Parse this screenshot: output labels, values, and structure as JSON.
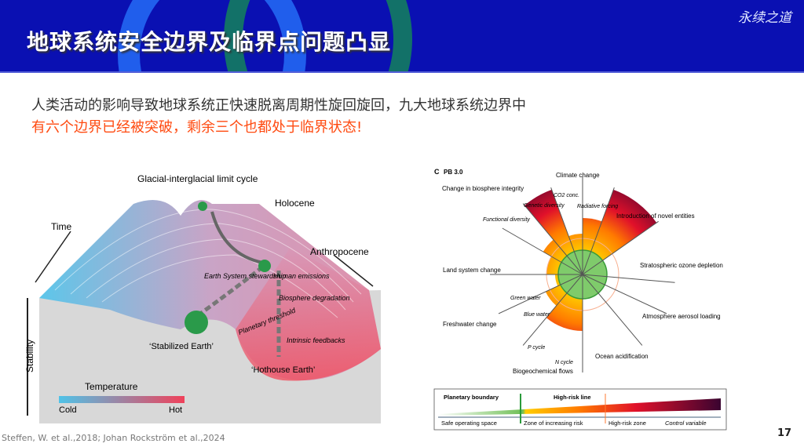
{
  "header": {
    "title": "地球系统安全边界及临界点问题凸显",
    "logo": "永续之道"
  },
  "body": {
    "line1": "人类活动的影响导致地球系统正快速脱离周期性旋回旋回，九大地球系统边界中",
    "line2": "有六个边界已经被突破，剩余三个也都处于临界状态!"
  },
  "left_figure": {
    "labels": {
      "limit_cycle": "Glacial-interglacial limit cycle",
      "holocene": "Holocene",
      "time": "Time",
      "anthropocene": "Anthropocene",
      "stability": "Stability",
      "stewardship": "Earth System stewardship",
      "human": "Human emissions",
      "biosphere": "Biosphere degradation",
      "threshold": "Planetary threshold",
      "stabilized": "‘Stabilized Earth’",
      "intrinsic": "Intrinsic feedbacks",
      "hothouse": "‘Hothouse Earth’",
      "temperature": "Temperature",
      "cold": "Cold",
      "hot": "Hot"
    },
    "colors": {
      "cold": "#4fc3e8",
      "hot": "#f0415a"
    }
  },
  "right_figure": {
    "panel": "C",
    "title": "PB 3.0",
    "labels": {
      "climate": "Climate change",
      "biosphere": "Change in biosphere integrity",
      "co2": "CO2 conc.",
      "genetic": "Genetic diversity",
      "radiative": "Radiative forcing",
      "functional": "Functional diversity",
      "novel": "Introduction of novel entities",
      "land": "Land system change",
      "ozone": "Stratospheric ozone depletion",
      "green": "Green water",
      "blue": "Blue water",
      "freshwater": "Freshwater change",
      "aerosol": "Atmosphere aerosol loading",
      "pcycle": "P cycle",
      "ncycle": "N cycle",
      "ocean": "Ocean acidification",
      "biogeo": "Biogeochemical flows"
    },
    "legend": {
      "boundary": "Planetary boundary",
      "highrisk": "High-risk line",
      "safe": "Safe operating space",
      "increasing": "Zone of increasing risk",
      "zone": "High-risk zone",
      "control": "Control variable"
    }
  },
  "footer": {
    "citation": "Steffen, W. et al.,2018; Johan Rockström et al.,2024",
    "page": "17"
  }
}
